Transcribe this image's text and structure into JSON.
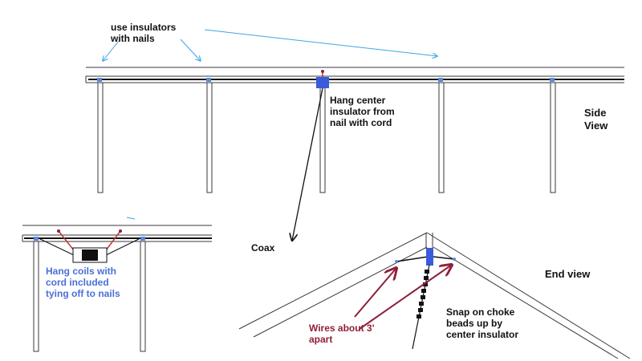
{
  "labels": {
    "insulator_note": [
      "use insulators",
      "with nails"
    ],
    "hang_center": [
      "Hang center",
      "insulator from",
      "nail with cord"
    ],
    "side_view": [
      "Side",
      "View"
    ],
    "coax": "Coax",
    "end_view": "End view",
    "hang_coils": [
      "Hang coils with",
      "cord included",
      "tying off to nails"
    ],
    "wires_apart": [
      "Wires about 3'",
      "apart"
    ],
    "snap_on": [
      "Snap on choke",
      "beads up by",
      "center insulator"
    ]
  },
  "colors": {
    "structure": "#3a3a3a",
    "pointer_blue": "#3ca6e6",
    "insulator_blue": "#3b5bdc",
    "arrow_wine": "#8e1f3a",
    "wire_red": "#c0392b",
    "text_dark": "#111111",
    "text_blue": "#4a6fd6"
  }
}
